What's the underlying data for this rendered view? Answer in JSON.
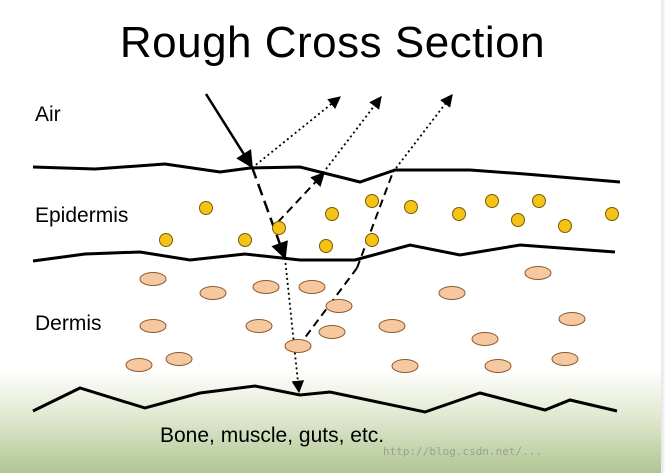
{
  "title": "Rough Cross Section",
  "layers": {
    "air": "Air",
    "epidermis": "Epidermis",
    "dermis": "Dermis",
    "bottom": "Bone, muscle, guts, etc."
  },
  "watermark": "http://blog.csdn.net/...",
  "colors": {
    "epidermis_particle": "#f5c315",
    "epidermis_particle_stroke": "#7a5a00",
    "dermis_cell": "#f6c8a0",
    "dermis_cell_stroke": "#8a5a30",
    "line": "#000000"
  }
}
